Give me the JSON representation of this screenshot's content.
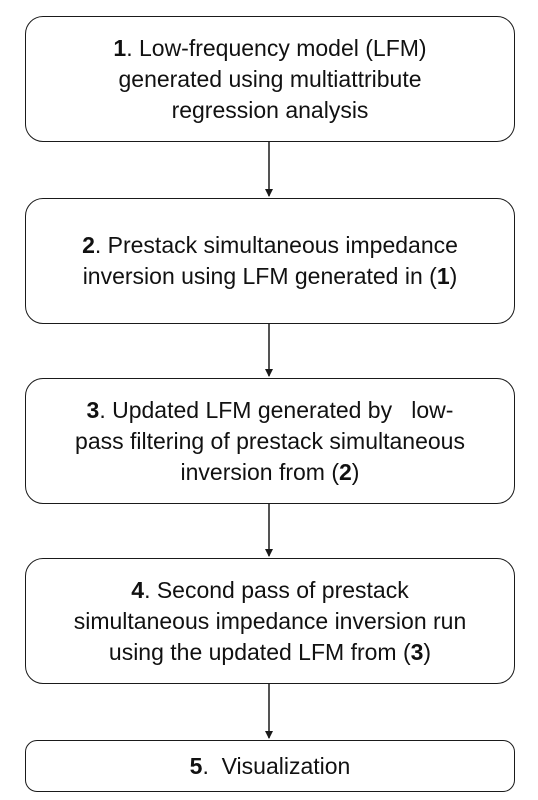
{
  "steps": [
    {
      "num": "1",
      "line1_rest": ". Low-frequency model (LFM)",
      "line2": "generated using multiattribute",
      "line3": "regression analysis"
    },
    {
      "num": "2",
      "line1_rest": ". Prestack simultaneous impedance",
      "line2_pre": "inversion using LFM generated in (",
      "line2_ref": "1",
      "line2_post": ")"
    },
    {
      "num": "3",
      "line1_rest": ". Updated LFM generated by   low-",
      "line2": "pass filtering of prestack simultaneous",
      "line3_pre": "inversion from (",
      "line3_ref": "2",
      "line3_post": ")"
    },
    {
      "num": "4",
      "line1_rest": ". Second pass of prestack",
      "line2": "simultaneous impedance inversion run",
      "line3_pre": "using the updated LFM from (",
      "line3_ref": "3",
      "line3_post": ")"
    },
    {
      "num": "5",
      "line1_rest": ".  Visualization"
    }
  ]
}
